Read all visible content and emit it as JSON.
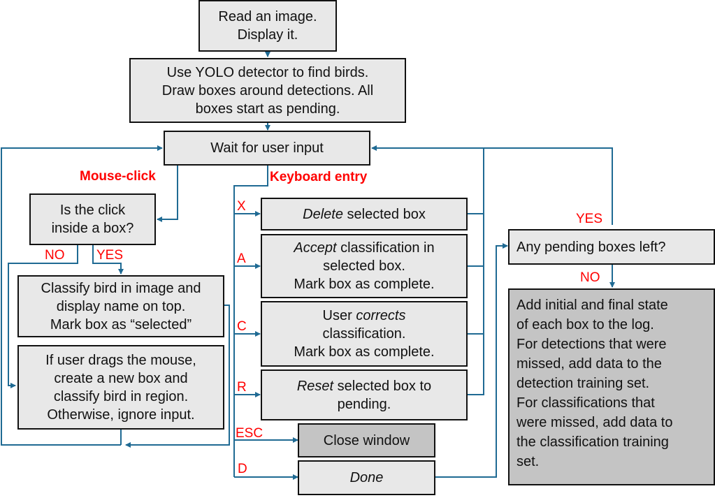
{
  "diagram": {
    "colors": {
      "connector": "#1f6a93",
      "label": "#ff0000",
      "box_fill": "#e8e8e8",
      "box_fill_dark": "#c4c4c4",
      "box_border": "#111111"
    },
    "nodes": {
      "read_image": {
        "text": "Read an image.\nDisplay it."
      },
      "yolo": {
        "text": "Use YOLO detector to find birds.\nDraw boxes around detections. All\nboxes start as pending."
      },
      "wait": {
        "text": "Wait for user input"
      },
      "click_inside": {
        "text": "Is the click\ninside a box?"
      },
      "classify": {
        "text": "Classify bird in image and\ndisplay name on top.\nMark box as “selected”"
      },
      "drag": {
        "text": "If user drags the mouse,\ncreate a new box and\nclassify bird in region.\nOtherwise, ignore input."
      },
      "delete": {
        "em": "Delete",
        "text": " selected box"
      },
      "accept": {
        "em": "Accept",
        "text": " classification in\nselected box.\nMark box as complete."
      },
      "correct": {
        "pre": "User ",
        "em": "corrects",
        "text": "\nclassification.\nMark box as complete."
      },
      "reset": {
        "em": "Reset",
        "text": " selected box to\npending."
      },
      "close": {
        "text": "Close window"
      },
      "done": {
        "em": "Done"
      },
      "pending_left": {
        "text": "Any pending boxes left?"
      },
      "log": {
        "text": "Add initial and final state\nof each box to the log.\nFor detections that were\nmissed, add data to the\ndetection training set.\nFor classifications that\nwere missed, add data to\nthe classification training\nset."
      }
    },
    "labels": {
      "mouse_click": "Mouse-click",
      "keyboard_entry": "Keyboard entry",
      "no_click": "NO",
      "yes_click": "YES",
      "key_x": "X",
      "key_a": "A",
      "key_c": "C",
      "key_r": "R",
      "key_esc": "ESC",
      "key_d": "D",
      "yes_pending": "YES",
      "no_pending": "NO"
    }
  }
}
